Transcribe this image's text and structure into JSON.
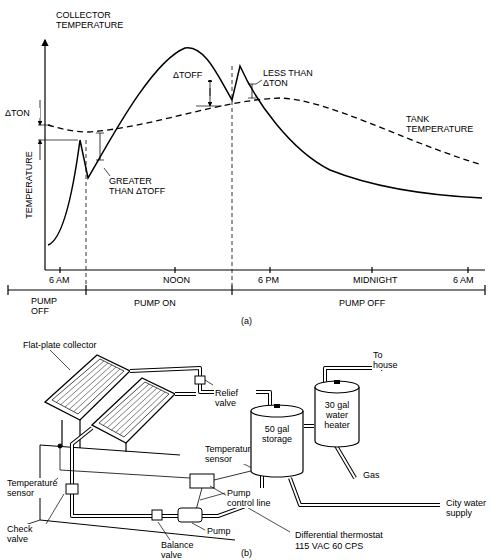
{
  "diagram": {
    "nodes": [
      {
        "text": [
          "50 gal storage"
        ]
      },
      {
        "text": [
          "30 gal water heater"
        ]
      }
    ],
    "edges": [
      {
        "from": 0,
        "to": 1,
        "arrow": "none"
      }
    ],
    "labels": [
      "COLLECTOR TEMPERATURE",
      "ΔTOFF",
      "LESS THAN ΔTON",
      "TEMPERATURE",
      "ΔTON",
      "TANK TEMPERATURE",
      "GREATER THAN ΔTOFF",
      "6 AM",
      "NOON",
      "6 PM",
      "MIDNIGHT",
      "6 AM",
      "PUMP OFF",
      "PUMP ON",
      "PUMP OFF",
      "(a)",
      "Flat-plate collector",
      "Relief valve",
      "To house",
      "Temperature sensor",
      "Temperature sensor",
      "Gas",
      "City water supply",
      "Pump control line",
      "Check valve",
      "Differential thermostat",
      "115 VAC 60 CPS",
      "Pump",
      "Balance valve",
      "(b)"
    ]
  }
}
